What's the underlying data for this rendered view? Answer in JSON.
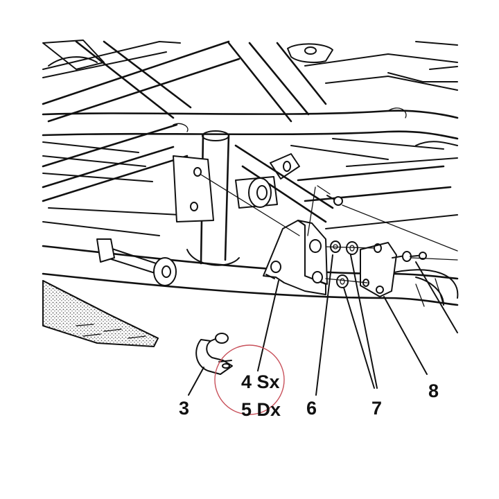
{
  "diagram": {
    "colors": {
      "ink": "#111111",
      "paper": "#ffffff",
      "highlight_circle": "#c8505a",
      "hatch": "#555555"
    },
    "callouts": [
      {
        "id": "c3",
        "text": "3"
      },
      {
        "id": "c4",
        "text": "4 Sx"
      },
      {
        "id": "c5",
        "text": "5 Dx"
      },
      {
        "id": "c6",
        "text": "6"
      },
      {
        "id": "c7",
        "text": "7"
      },
      {
        "id": "c8",
        "text": "8"
      }
    ]
  }
}
